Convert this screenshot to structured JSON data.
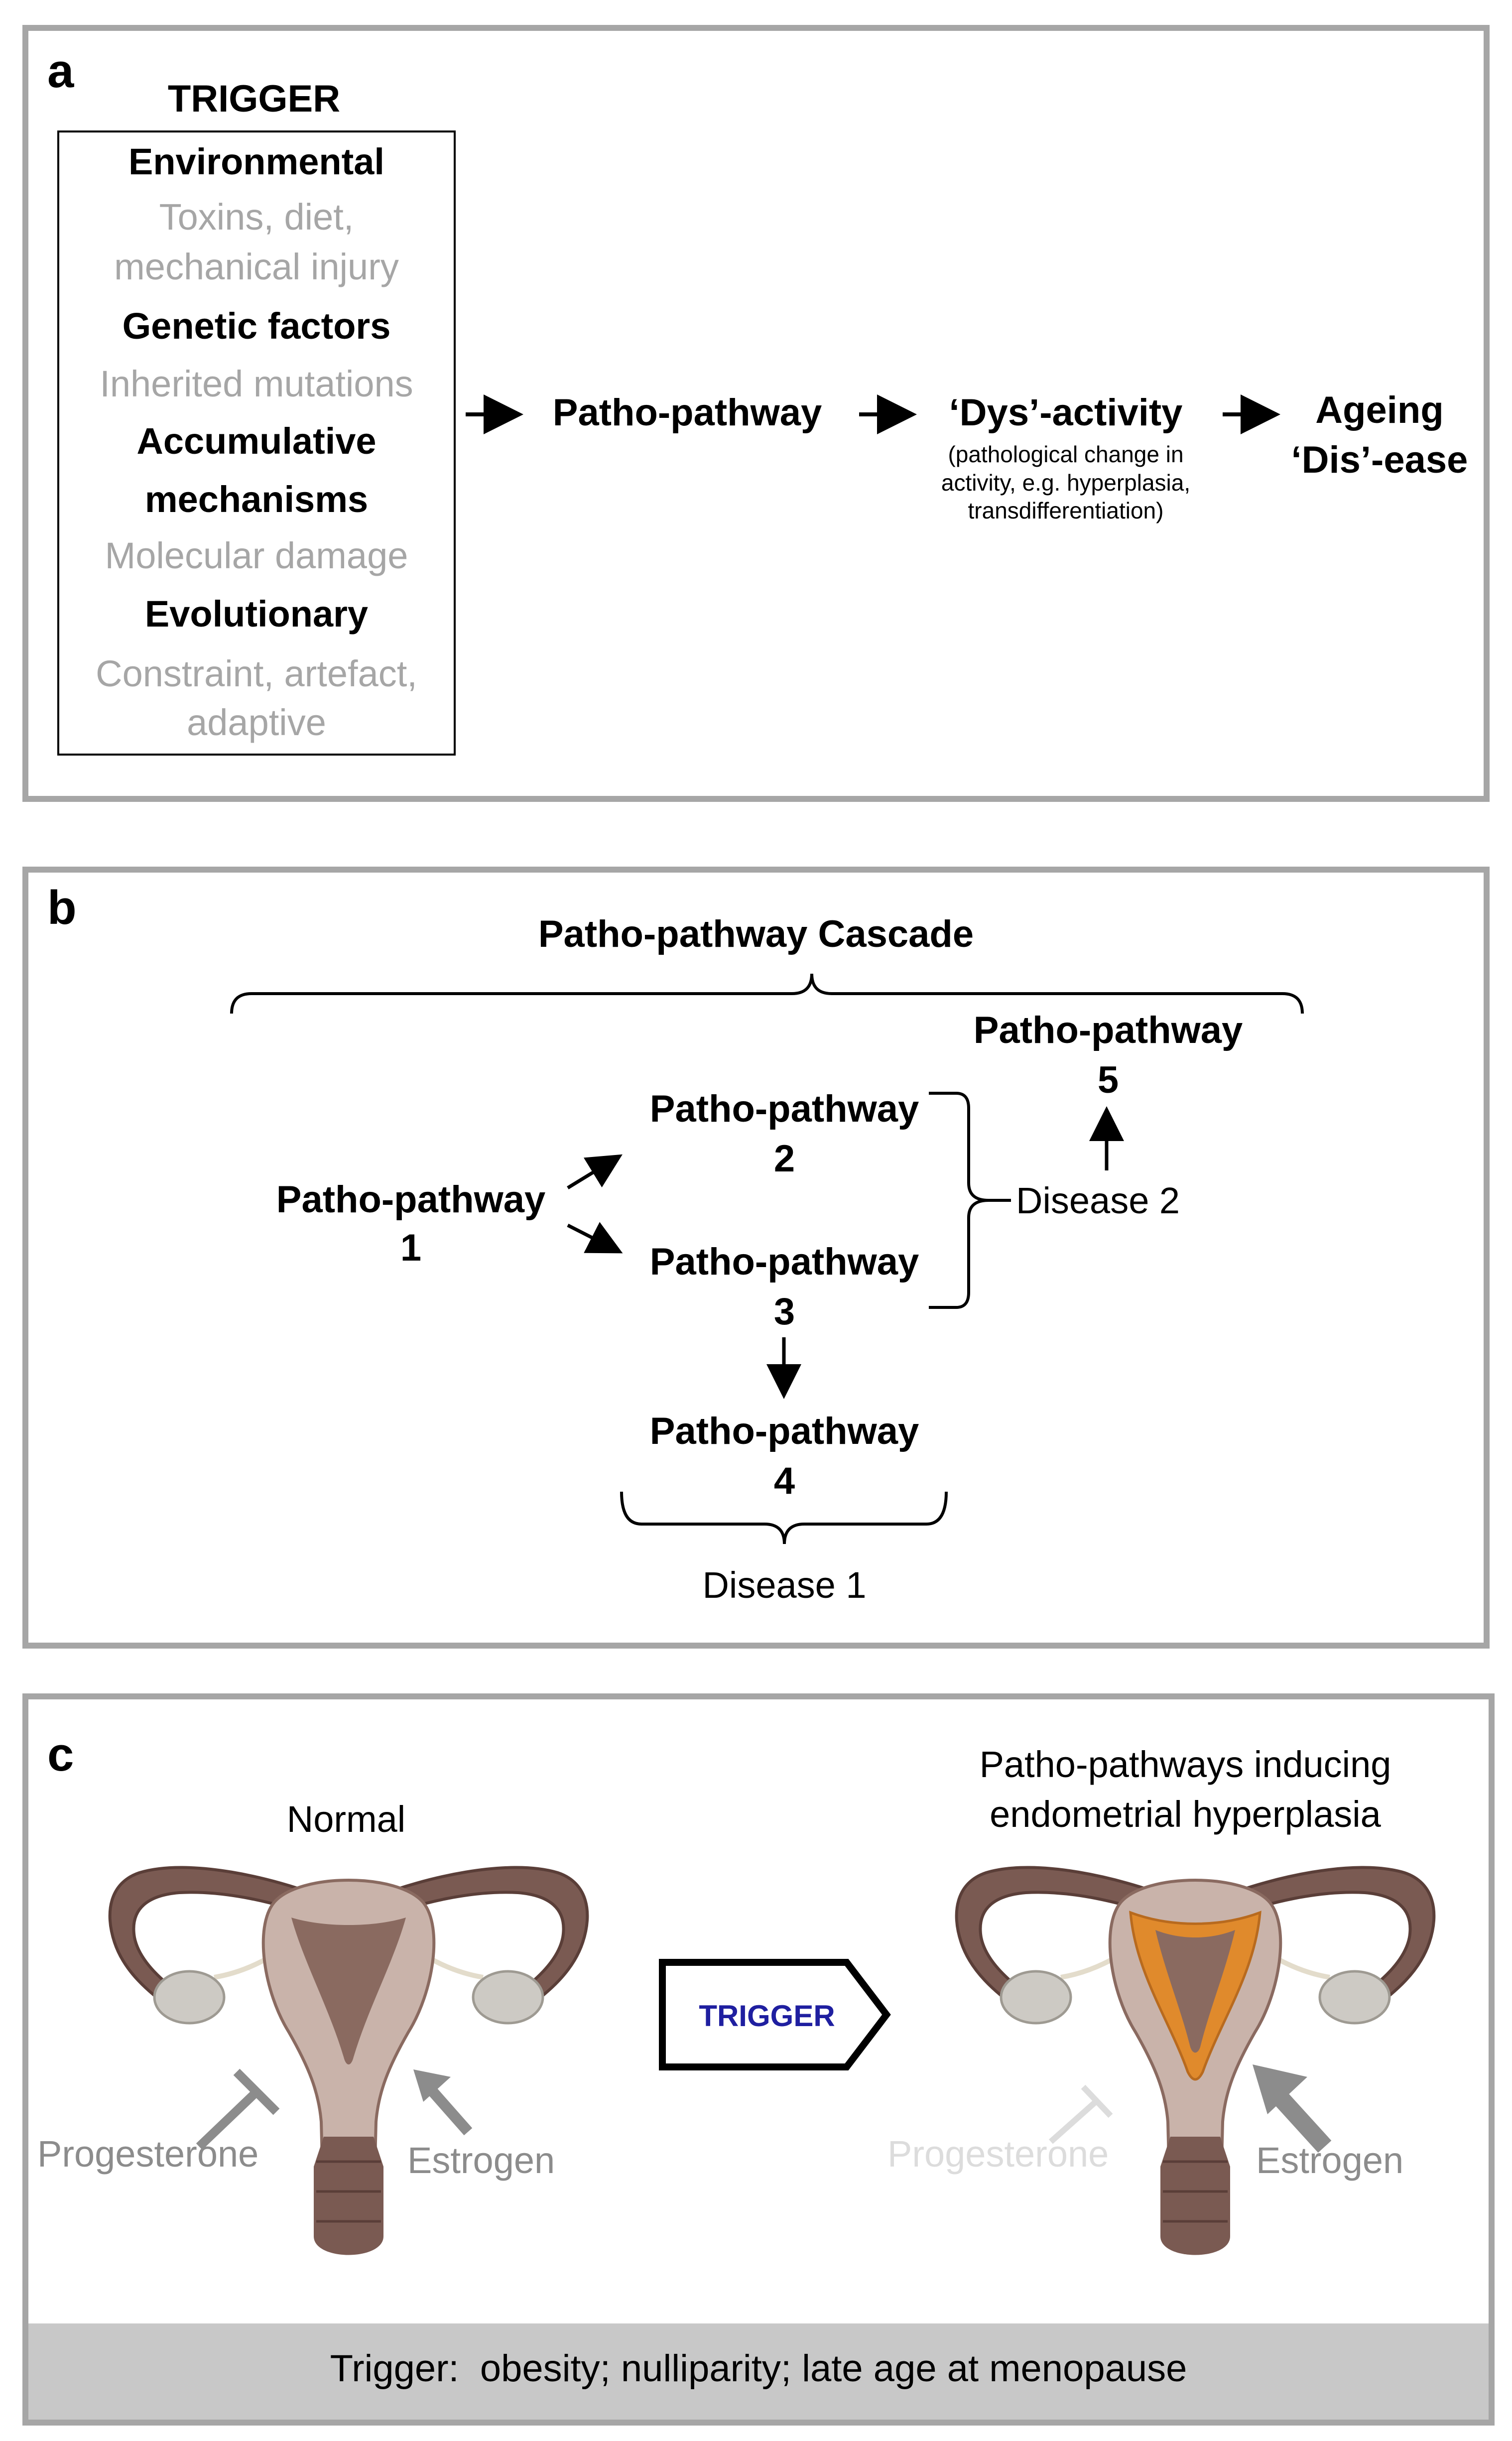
{
  "panel_a": {
    "label": "a",
    "trigger_heading": "TRIGGER",
    "factors": [
      {
        "title": "Environmental",
        "detail_lines": [
          "Toxins, diet,",
          "mechanical injury"
        ]
      },
      {
        "title": "Genetic factors",
        "detail_lines": [
          "Inherited mutations"
        ]
      },
      {
        "title_lines": [
          "Accumulative",
          "mechanisms"
        ],
        "detail_lines": [
          "Molecular damage"
        ]
      },
      {
        "title": "Evolutionary",
        "detail_lines": [
          "Constraint, artefact,",
          "adaptive"
        ]
      }
    ],
    "flow": {
      "patho_pathway": "Patho-pathway",
      "dys_activity": "‘Dys’-activity",
      "dys_note_lines": [
        "(pathological change in",
        "activity, e.g. hyperplasia,",
        "transdifferentiation)"
      ],
      "ageing_lines": [
        "Ageing",
        "‘Dis’-ease"
      ]
    }
  },
  "panel_b": {
    "label": "b",
    "title": "Patho-pathway Cascade",
    "nodes": [
      {
        "name": "Patho-pathway",
        "num": "1"
      },
      {
        "name": "Patho-pathway",
        "num": "2"
      },
      {
        "name": "Patho-pathway",
        "num": "3"
      },
      {
        "name": "Patho-pathway",
        "num": "4"
      },
      {
        "name": "Patho-pathway",
        "num": "5"
      }
    ],
    "disease1": "Disease 1",
    "disease2": "Disease 2"
  },
  "panel_c": {
    "label": "c",
    "normal_title": "Normal",
    "hyper_title_lines": [
      "Patho-pathways inducing",
      "endometrial hyperplasia"
    ],
    "trigger_arrow_label": "TRIGGER",
    "progesterone": "Progesterone",
    "estrogen": "Estrogen",
    "footer": "Trigger:  obesity; nulliparity; late age at menopause"
  },
  "colors": {
    "panel_border": "#a6a6a6",
    "grey_text": "#a6a6a6",
    "trigger_blue": "#1f1fa0",
    "uterus_outer": "#8a6a60",
    "uterus_tissue": "#c9b3aa",
    "endometrium_hyper": "#e08a2c",
    "footer_bg": "#c8c8c8"
  }
}
